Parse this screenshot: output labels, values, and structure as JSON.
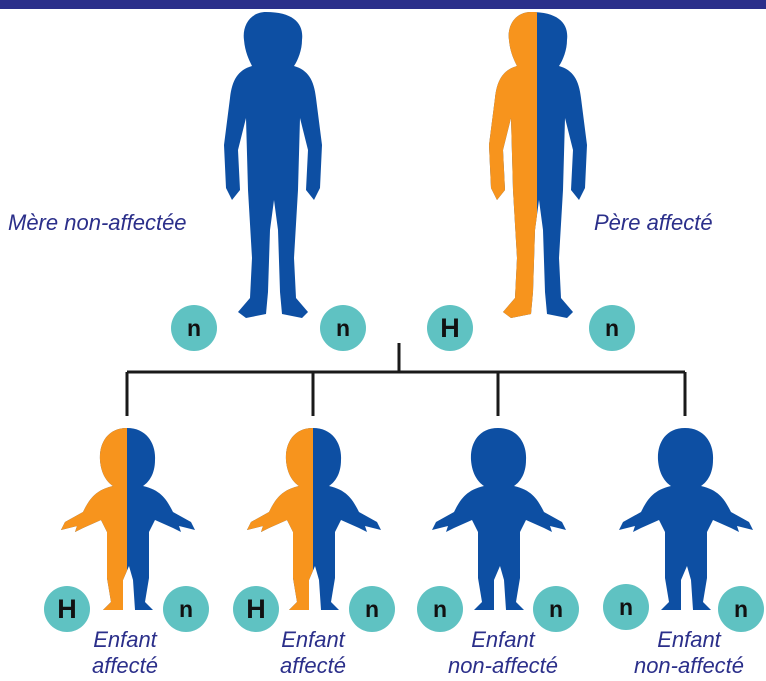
{
  "colors": {
    "unaffected": "#0d4fa3",
    "affected": "#f7941d",
    "allele_circle": "#5fc2c2",
    "label_text": "#2b2f8a",
    "top_bar": "#2b2f8a",
    "lines": "#1a1a1a"
  },
  "parents": {
    "mother": {
      "label": "Mère non-affectée",
      "alleles": [
        "n",
        "n"
      ]
    },
    "father": {
      "label": "Père affecté",
      "alleles": [
        "H",
        "n"
      ]
    }
  },
  "children": [
    {
      "label_line1": "Enfant",
      "label_line2": "affecté",
      "alleles": [
        "H",
        "n"
      ]
    },
    {
      "label_line1": "Enfant",
      "label_line2": "affecté",
      "alleles": [
        "H",
        "n"
      ]
    },
    {
      "label_line1": "Enfant",
      "label_line2": "non-affecté",
      "alleles": [
        "n",
        "n"
      ]
    },
    {
      "label_line1": "Enfant",
      "label_line2": "non-affecté",
      "alleles": [
        "n",
        "n"
      ]
    }
  ]
}
